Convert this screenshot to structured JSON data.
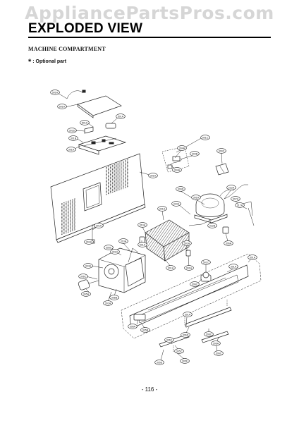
{
  "watermark": "AppliancePartsPros.com",
  "page_title": "EXPLODED VIEW",
  "section_title": "MACHINE COMPARTMENT",
  "optional_note": {
    "symbol": "*",
    "text": ": Optional part"
  },
  "page_number": "- 116 -",
  "callouts": [
    {
      "id": "c1",
      "label": "501A"
    },
    {
      "id": "c2",
      "label": "501A"
    },
    {
      "id": "c3",
      "label": "501A"
    },
    {
      "id": "c4",
      "label": "301D"
    },
    {
      "id": "c5",
      "label": "501A"
    },
    {
      "id": "c6",
      "label": "301B"
    },
    {
      "id": "c7",
      "label": "301A"
    },
    {
      "id": "c8",
      "label": "301A"
    },
    {
      "id": "c9",
      "label": "501C"
    },
    {
      "id": "c10",
      "label": "304A"
    },
    {
      "id": "c11",
      "label": "309B"
    },
    {
      "id": "c12",
      "label": "309C"
    },
    {
      "id": "c13",
      "label": "304A"
    },
    {
      "id": "c14",
      "label": "309D"
    },
    {
      "id": "c15",
      "label": "212A"
    },
    {
      "id": "c16",
      "label": "310A"
    },
    {
      "id": "c17",
      "label": "301A"
    },
    {
      "id": "c18",
      "label": "301A"
    },
    {
      "id": "c19",
      "label": "307A"
    },
    {
      "id": "c20",
      "label": "317A"
    },
    {
      "id": "c21",
      "label": "301A"
    },
    {
      "id": "c22",
      "label": "310A"
    },
    {
      "id": "c23",
      "label": "312B"
    },
    {
      "id": "c24",
      "label": "306A"
    },
    {
      "id": "c25",
      "label": "304A"
    },
    {
      "id": "c26",
      "label": "501A"
    },
    {
      "id": "c27",
      "label": "501A"
    },
    {
      "id": "c28",
      "label": "301A"
    },
    {
      "id": "c29",
      "label": "301A"
    },
    {
      "id": "c30",
      "label": "301A"
    },
    {
      "id": "c31",
      "label": "305C"
    },
    {
      "id": "c32",
      "label": "310A"
    },
    {
      "id": "c33",
      "label": "301A"
    },
    {
      "id": "c34",
      "label": "304A"
    },
    {
      "id": "c35",
      "label": "501C"
    },
    {
      "id": "c36",
      "label": "301A"
    },
    {
      "id": "c37",
      "label": "306C"
    },
    {
      "id": "c38",
      "label": "306C"
    },
    {
      "id": "c39",
      "label": "305A"
    },
    {
      "id": "c40",
      "label": "306B"
    },
    {
      "id": "c41",
      "label": "301A"
    },
    {
      "id": "c42",
      "label": "306A"
    },
    {
      "id": "c43",
      "label": "305B"
    },
    {
      "id": "c44",
      "label": "306D"
    },
    {
      "id": "c45",
      "label": "306C"
    },
    {
      "id": "c46",
      "label": "301A"
    },
    {
      "id": "c47",
      "label": "306C"
    },
    {
      "id": "c48",
      "label": "305C"
    },
    {
      "id": "c49",
      "label": "306C"
    },
    {
      "id": "c50",
      "label": "305F"
    },
    {
      "id": "c51",
      "label": "305E"
    },
    {
      "id": "c52",
      "label": "306A"
    }
  ]
}
